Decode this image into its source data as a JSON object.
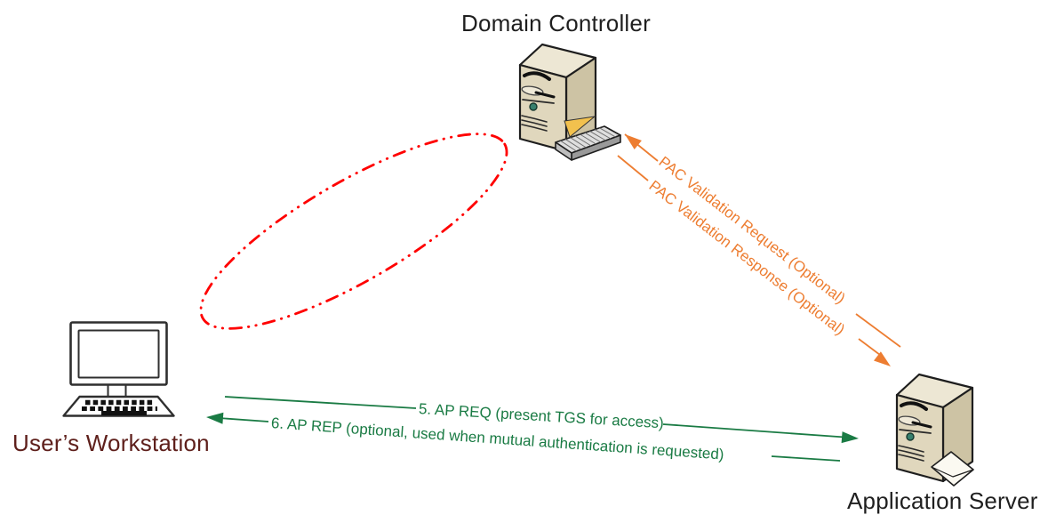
{
  "diagram": {
    "type": "flow-diagram",
    "background": "#FFFFFF",
    "nodes": {
      "domain_controller": {
        "label": "Domain Controller",
        "icon": "server-tower-with-keyboard",
        "label_color": "#1F1F1F"
      },
      "users_workstation": {
        "label": "User’s Workstation",
        "icon": "desktop-computer",
        "label_color": "#5E1F1B"
      },
      "application_server": {
        "label": "Application Server",
        "icon": "server-tower-with-envelope",
        "label_color": "#1F1F1F"
      }
    },
    "connectors": {
      "pac_request": {
        "label": "PAC Validation Request (Optional)",
        "from": "Application Server",
        "to": "Domain Controller",
        "color": "#ED7D31",
        "arrow": "to-domain-controller"
      },
      "pac_response": {
        "label": "PAC Validation Response (Optional)",
        "from": "Domain Controller",
        "to": "Application Server",
        "color": "#ED7D31",
        "arrow": "to-application-server"
      },
      "ap_req": {
        "label": "5. AP REQ (present TGS for access)",
        "from": "User’s Workstation",
        "to": "Application Server",
        "color": "#1A7B44",
        "arrow": "to-application-server"
      },
      "ap_rep": {
        "label": "6. AP REP (optional, used when mutual authentication is requested)",
        "from": "Application Server",
        "to": "User’s Workstation",
        "color": "#1A7B44",
        "arrow": "to-users-workstation"
      }
    },
    "annotations": {
      "highlight_ellipse": {
        "shape": "ellipse",
        "stroke": "#FF0000",
        "line_style": "dash-dot-dot"
      }
    }
  }
}
